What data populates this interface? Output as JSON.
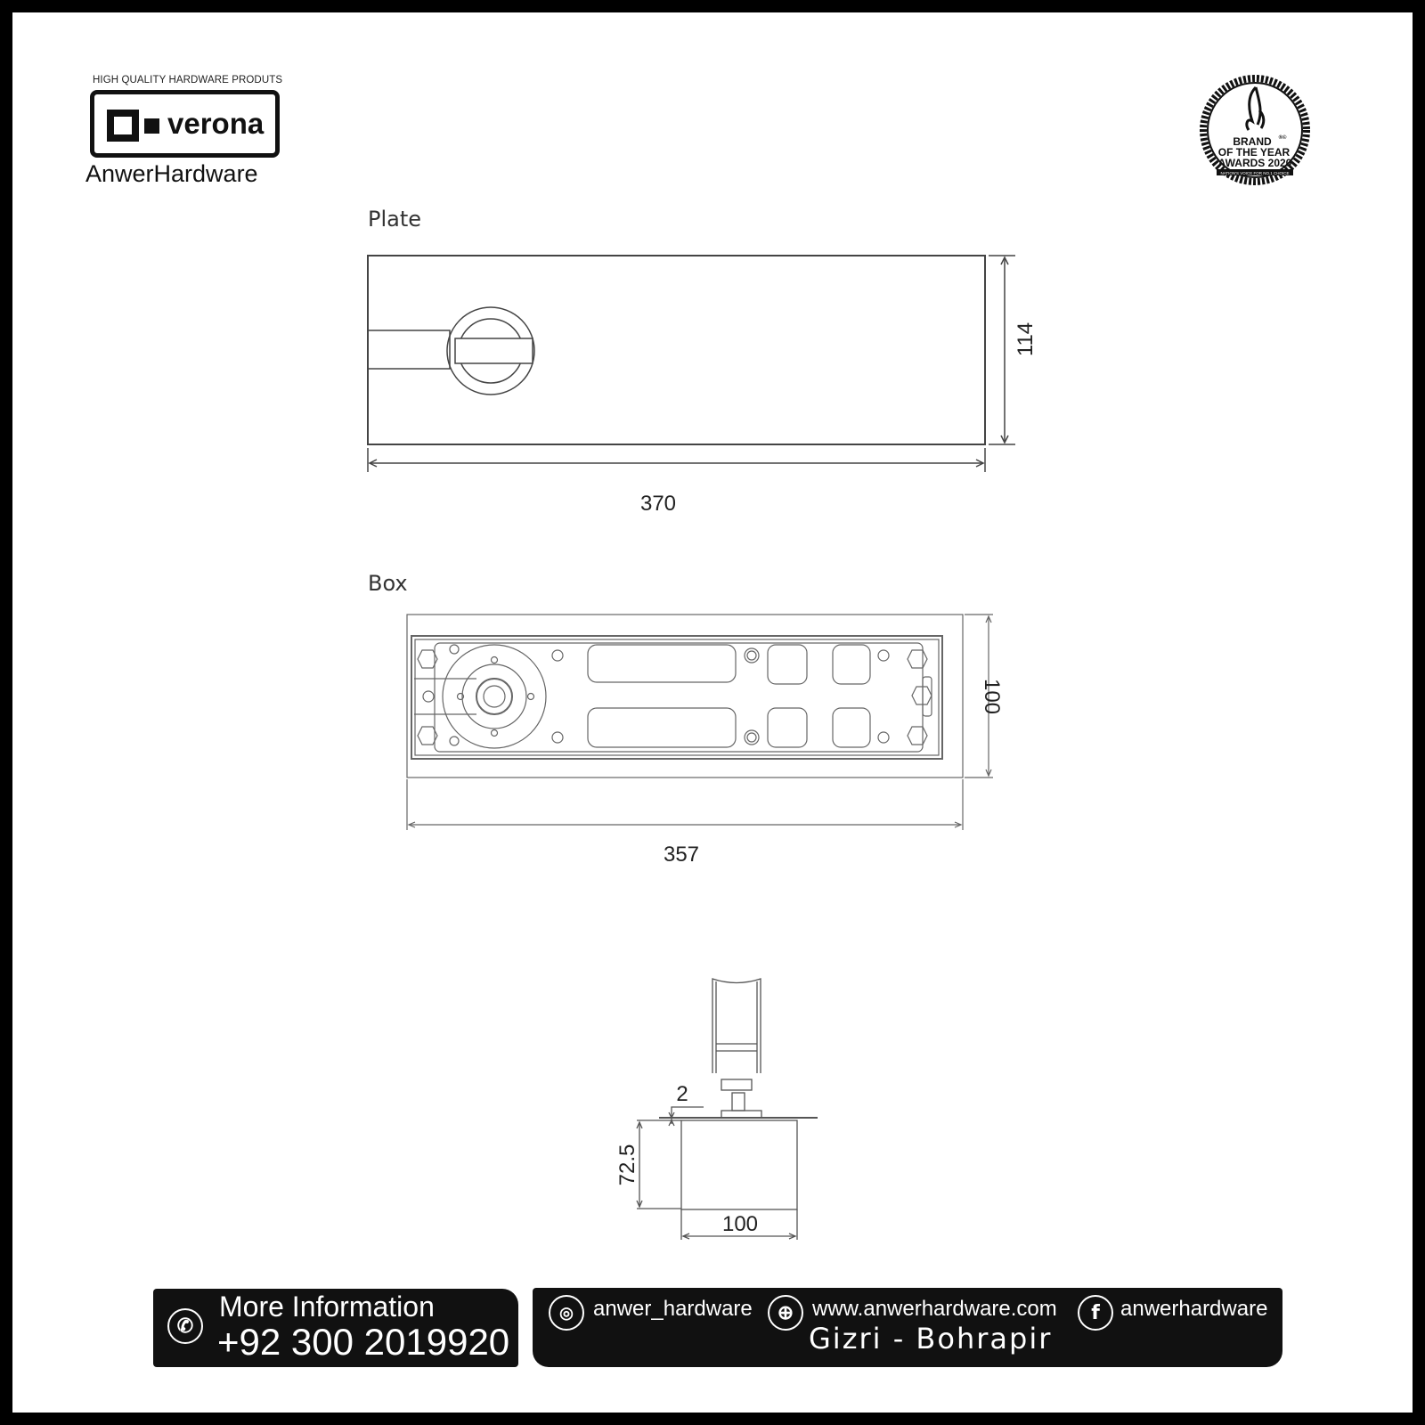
{
  "brand": {
    "tagline": "HIGH QUALITY HARDWARE PRODUTS",
    "logo_word": "verona",
    "company": "AnwerHardware"
  },
  "award": {
    "line1": "BRAND",
    "line2": "OF THE YEAR",
    "line3": "AWARDS 2020",
    "line4": "NATION'S VOICE FOR NO.1 CHOICE",
    "mark": "®©"
  },
  "plate": {
    "title": "Plate",
    "width": "370",
    "height": "114"
  },
  "box": {
    "title": "Box",
    "width": "357",
    "height": "100"
  },
  "section": {
    "gap": "2",
    "depth": "72.5",
    "width": "100"
  },
  "footer": {
    "more_info": "More Information",
    "phone": "+92 300 2019920",
    "instagram": "anwer_hardware",
    "website": "www.anwerhardware.com",
    "facebook": "anwerhardware",
    "address": "Gizri - Bohrapir"
  }
}
